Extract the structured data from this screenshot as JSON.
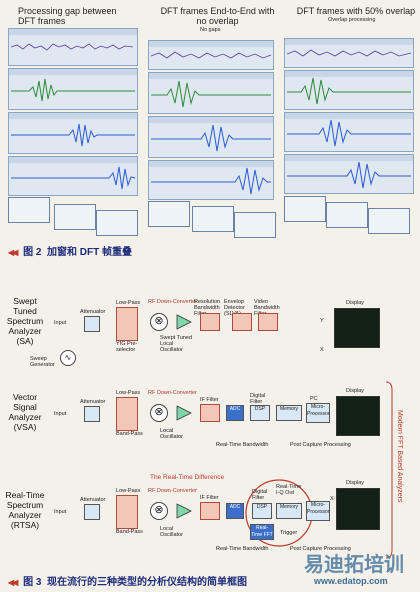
{
  "figure2": {
    "col_titles": [
      "Processing gap between DFT frames",
      "DFT frames End-to-End with no overlap",
      "DFT frames with 50% overlap"
    ],
    "no_gaps_label": "No gaps",
    "overlap_label": "Overlap processing",
    "caption_num": "图 2",
    "caption_text": "加窗和 DFT 帧重叠"
  },
  "figure3": {
    "analyzers": [
      {
        "name": "Swept Tuned Spectrum Analyzer (SA)"
      },
      {
        "name": "Vector Signal Analyzer (VSA)"
      },
      {
        "name": "Real-Time Spectrum Analyzer (RTSA)"
      }
    ],
    "labels": {
      "input": "Input",
      "attenuator": "Attenuator",
      "low_pass": "Low-Pass",
      "band_pass": "Band-Pass",
      "yig": "YIG Pre-selector",
      "rf_down": "RF Down-Converter",
      "swept_lo": "Swept Tuned Local Oscillator",
      "local_osc": "Local Oscillator",
      "res_bw": "Resolution Bandwidth Filter",
      "envelope": "Envelop Detector (SLVA)",
      "video_bw": "Video Bandwidth Filter",
      "display": "Display",
      "sweep_gen": "Sweep Generator",
      "if_filter": "IF Filter",
      "adc": "ADC",
      "digital_filter": "Digital Filter",
      "dsp": "DSP",
      "memory": "Memory",
      "pc": "PC",
      "micro": "Micro-Processor",
      "realtime_bw": "Real-Time Bandwidth",
      "post_capture": "Post Capture Processing",
      "rt_difference": "The Real-Time Difference",
      "rt_iq_out": "Real-Time I-Q Out",
      "rt_fft": "Real-Time FFT",
      "trigger": "Trigger",
      "x": "X",
      "y": "Y",
      "xy": "X-Y",
      "modern_fft": "Modern FFT Based Analyzers"
    },
    "caption_num": "图 3",
    "caption_text": "现在流行的三种类型的分析仪结构的简单框图"
  },
  "watermark": {
    "cn": "易迪拓培训",
    "url": "www.edatop.com"
  },
  "colors": {
    "caption": "#1e2c7a",
    "accent_red": "#c0392b",
    "panel_bg": "#dfe7f0",
    "wave_green": "#2e8b3a",
    "wave_blue": "#2a5bd7"
  }
}
